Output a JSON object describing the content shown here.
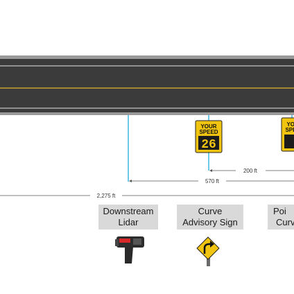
{
  "colors": {
    "road_surface": "#3b3b3b",
    "road_edge": "#9a9a9a",
    "center_line": "#e3b72e",
    "marker_line": "#3cb6e3",
    "sign_yellow": "#f1c40f",
    "sign_display": "#1c1c1c"
  },
  "speed_sign": {
    "line1": "YOUR",
    "line2": "SPEED",
    "value": "26"
  },
  "dimensions": {
    "d1": "200 ft",
    "d2": "570 ft",
    "d3": "2,275 ft"
  },
  "labels": {
    "downstream": [
      "Downstream",
      "Lidar"
    ],
    "curve_sign": [
      "Curve",
      "Advisory Sign"
    ],
    "point": [
      "Poi",
      "Curv"
    ]
  },
  "icons": {
    "lidar": "lidar-gun-icon",
    "curve": "curve-advisory-sign-icon"
  }
}
